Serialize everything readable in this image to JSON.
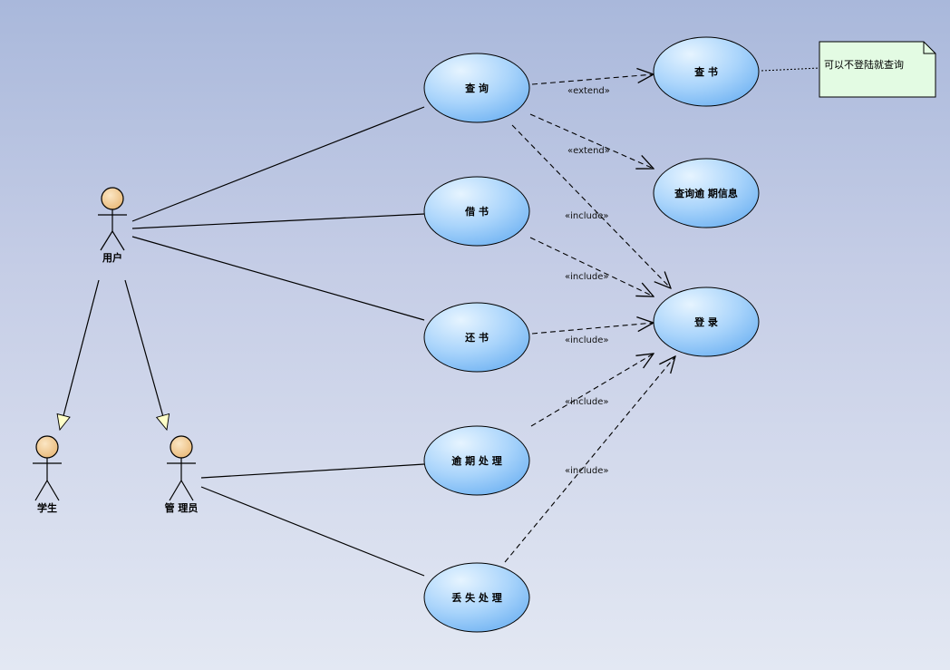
{
  "actors": {
    "user": "用户",
    "student": "学生",
    "admin": "管 理员"
  },
  "usecases": {
    "query": "查 询",
    "borrow": "借 书",
    "return": "还 书",
    "overdue": "逾 期 处 理",
    "lost": "丢 失 处 理",
    "search_book": "查 书",
    "query_overdue": "查询逾 期信息",
    "login": "登 录"
  },
  "relations": {
    "extend1": "«extend»",
    "extend2": "«extend»",
    "include_query": "«include»",
    "include_borrow": "«include»",
    "include_return": "«include»",
    "include_overdue": "«include»",
    "include_lost": "«include»"
  },
  "note": {
    "text": "可以不登陆就查询"
  },
  "colors": {
    "usecase_top": "#d8eeff",
    "usecase_bottom": "#7fbcf5",
    "usecase_stroke": "#000000",
    "actor_head": "#f5d09a",
    "note_fill": "#e3fbe3",
    "arrow_head_fill": "#ffffc8"
  }
}
